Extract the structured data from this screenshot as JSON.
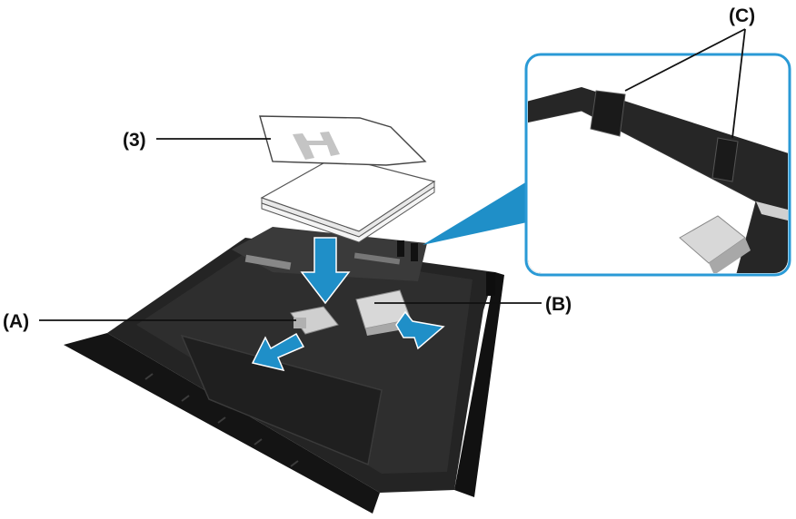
{
  "callouts": {
    "paper_stack": "(3)",
    "guide_a": "(A)",
    "guide_b": "(B)",
    "guides_c": "(C)"
  },
  "colors": {
    "accent_blue": "#1f8fc8",
    "inset_border": "#2a9ad6",
    "tray_dark": "#1c1c1c",
    "tray_mid": "#2b2b2b",
    "paper": "#ffffff"
  },
  "icons": {
    "insert_arrow": "arrow-down-icon",
    "slide_arrow_a": "arrow-left-icon",
    "slide_arrow_b": "arrow-right-icon"
  }
}
